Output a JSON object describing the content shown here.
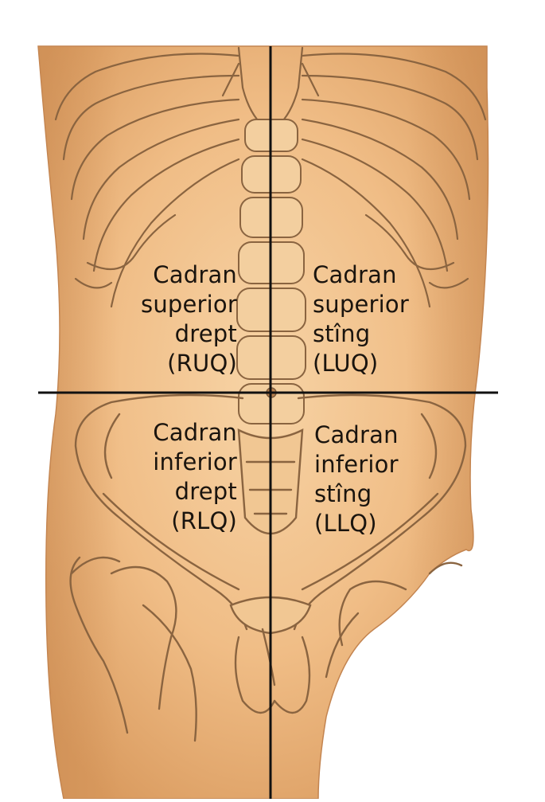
{
  "quadrants": {
    "ruq": {
      "line1": "Cadran",
      "line2": "superior",
      "line3": "drept",
      "abbr": "(RUQ)"
    },
    "luq": {
      "line1": "Cadran",
      "line2": "superior",
      "line3": "stîng",
      "abbr": "(LUQ)"
    },
    "rlq": {
      "line1": "Cadran",
      "line2": "inferior",
      "line3": "drept",
      "abbr": "(RLQ)"
    },
    "llq": {
      "line1": "Cadran",
      "line2": "inferior",
      "line3": "stîng",
      "abbr": "(LLQ)"
    }
  },
  "colors": {
    "skin": "#f0c08a",
    "skin_shadow": "#d9975a",
    "outline": "#7a5a3c",
    "divider": "#111111"
  }
}
